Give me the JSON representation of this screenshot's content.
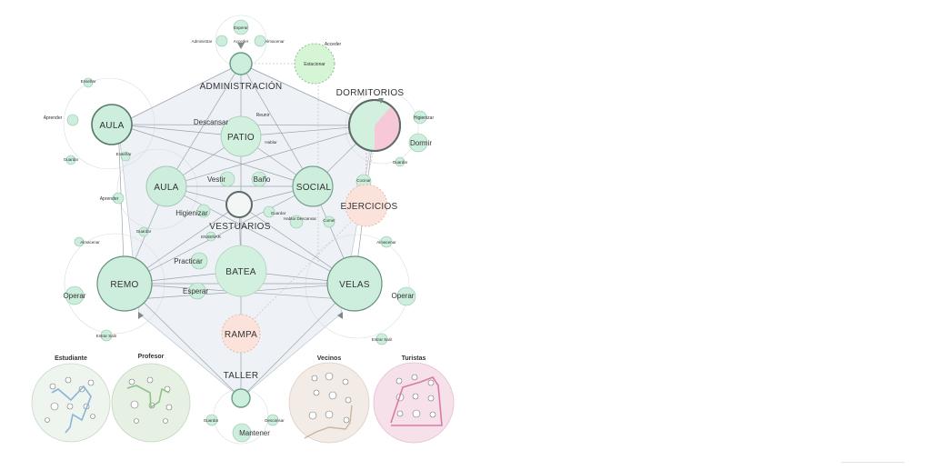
{
  "diagram": {
    "hubs": {
      "administracion": {
        "label": "ADMINISTRACIÓN",
        "subs": [
          "Esperar",
          "Administrar",
          "Acceder",
          "Almacenar"
        ]
      },
      "estacionar": {
        "label": "Estacionar",
        "sub": "Acceder"
      },
      "dormitorios": {
        "label": "DORMITORIOS",
        "subs": [
          "Higienizar",
          "Dormir",
          "Guardar"
        ]
      },
      "aula1": {
        "label": "AULA",
        "subs": [
          "Enseñar",
          "Aprender",
          "Guardar"
        ]
      },
      "aula2": {
        "label": "AULA",
        "subs": [
          "Enseñar",
          "Aprender",
          "Guardar"
        ]
      },
      "patio": {
        "label": "PATIO",
        "subs": [
          "Descansar",
          "Reunir",
          "Hablar"
        ]
      },
      "social": {
        "label": "SOCIAL",
        "subs": [
          "Cocinar",
          "Comer",
          "Hablar Descansar"
        ]
      },
      "vestuarios": {
        "label": "VESTUARIOS",
        "subs": [
          "Vestir",
          "Baño",
          "Higienizar",
          "Guardar",
          "ENSEÑAR"
        ]
      },
      "ejercicios": {
        "label": "EJERCICIOS"
      },
      "remo": {
        "label": "REMO",
        "subs": [
          "Almacenar",
          "Operar",
          "Entrar Salir"
        ]
      },
      "batea": {
        "label": "BATEA",
        "subs": [
          "Practicar",
          "Esperar"
        ]
      },
      "velas": {
        "label": "VELAS",
        "subs": [
          "Almacenar",
          "Operar",
          "Entrar Salir"
        ]
      },
      "rampa": {
        "label": "RAMPA"
      },
      "taller": {
        "label": "TALLER",
        "subs": [
          "Guardar",
          "Descansar",
          "Mantener"
        ]
      }
    },
    "users": [
      {
        "label": "Estudiante",
        "color": "#eef5ee"
      },
      {
        "label": "Profesor",
        "color": "#e6f1e3"
      },
      {
        "label": "Vecinos",
        "color": "#f3ece6"
      },
      {
        "label": "Turistas",
        "color": "#f6e0ea"
      }
    ],
    "colors": {
      "node_fill": "#cdeedd",
      "node_stroke": "#6aa888",
      "pink": "#f7c9d8",
      "peach": "#fbe3dc",
      "hub_lines": "#9aa4ad",
      "panel": "#eef2f6"
    }
  }
}
